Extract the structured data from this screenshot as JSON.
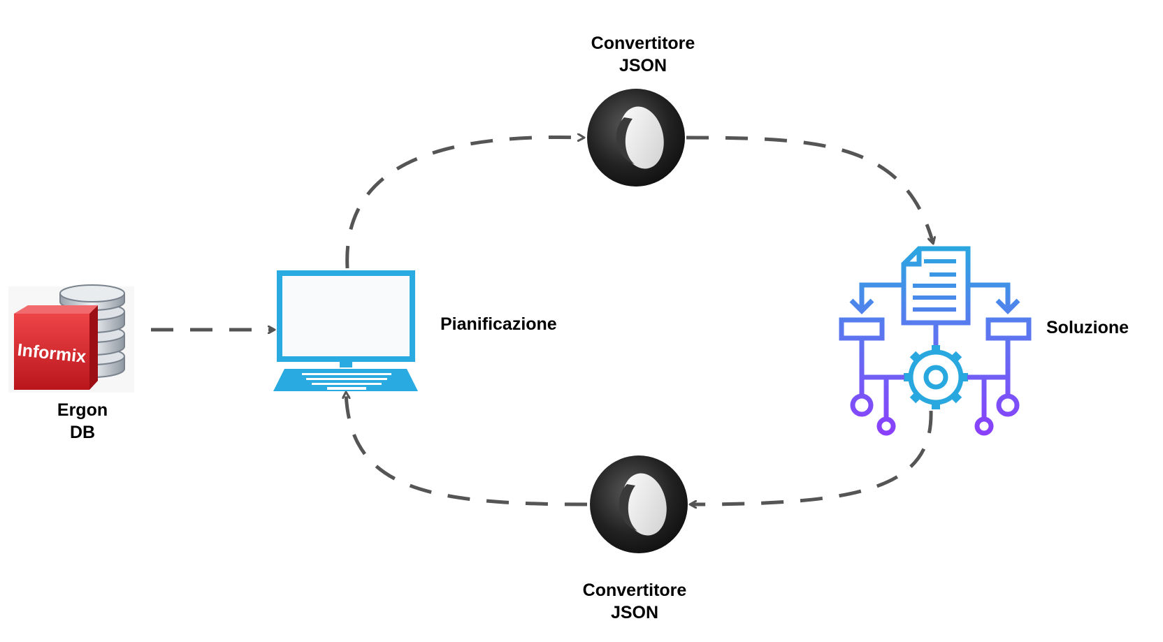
{
  "nodes": {
    "db": {
      "logo_text": "Informix",
      "label_line1": "Ergon",
      "label_line2": "DB"
    },
    "laptop": {
      "label": "Pianificazione"
    },
    "converter_top": {
      "label_line1": "Convertitore",
      "label_line2": "JSON"
    },
    "converter_bottom": {
      "label_line1": "Convertitore",
      "label_line2": "JSON"
    },
    "solution": {
      "label": "Soluzione"
    }
  },
  "colors": {
    "connector": "#555555",
    "laptop": "#29abe2",
    "informix_red": "#d8232a",
    "json_dark": "#2a2a2a",
    "solution_top": "#29a8e0",
    "solution_bottom": "#8a3ffc"
  }
}
